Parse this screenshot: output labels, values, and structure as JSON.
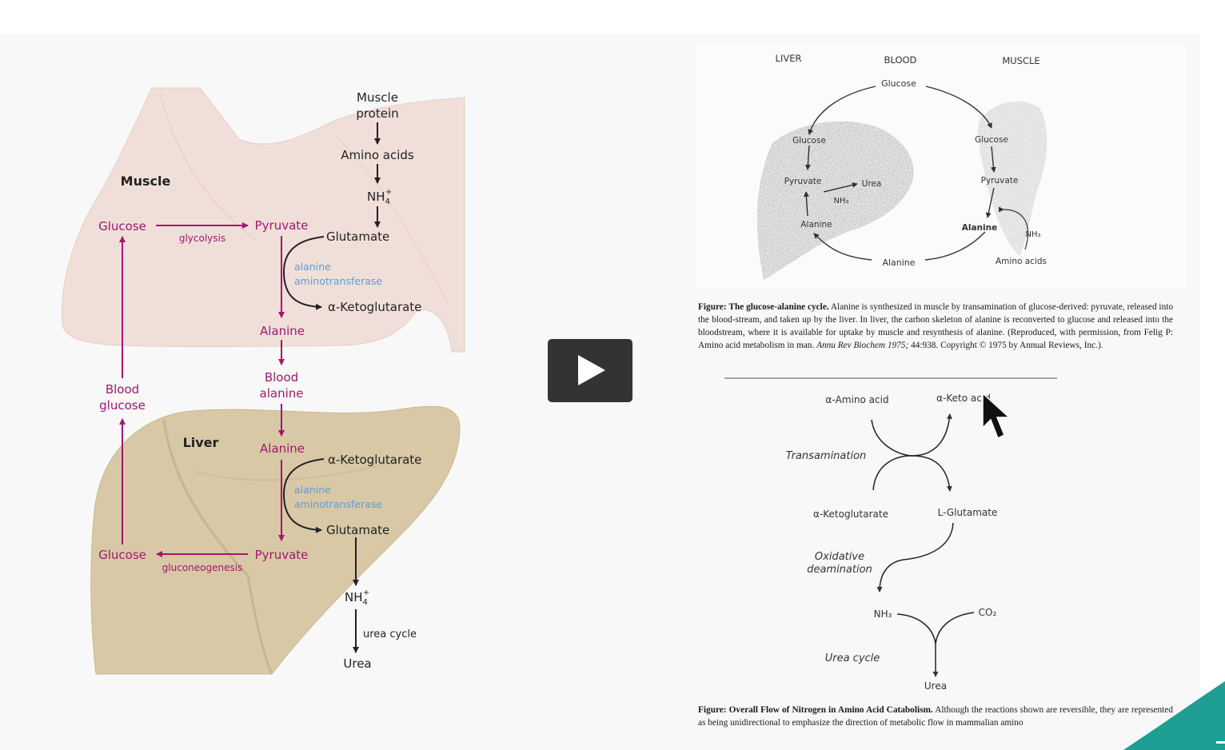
{
  "left_diagram": {
    "muscle_title": "Muscle",
    "liver_title": "Liver",
    "muscle_protein_1": "Muscle",
    "muscle_protein_2": "protein",
    "amino_acids": "Amino acids",
    "nh4_top": "NH",
    "nh4_sub": "4",
    "nh4_sup": "+",
    "glucose_top": "Glucose",
    "glycolysis": "glycolysis",
    "pyruvate_top": "Pyruvate",
    "glutamate_top": "Glutamate",
    "enzyme_top_1": "alanine",
    "enzyme_top_2": "aminotransferase",
    "akg_top": "α-Ketoglutarate",
    "alanine_top": "Alanine",
    "blood_alanine_1": "Blood",
    "blood_alanine_2": "alanine",
    "blood_glucose_1": "Blood",
    "blood_glucose_2": "glucose",
    "alanine_liver": "Alanine",
    "akg_liver": "α-Ketoglutarate",
    "enzyme_liver_1": "alanine",
    "enzyme_liver_2": "aminotransferase",
    "glutamate_liver": "Glutamate",
    "glucose_liver": "Glucose",
    "gluconeogenesis": "gluconeogenesis",
    "pyruvate_liver": "Pyruvate",
    "nh4_bottom": "NH",
    "urea_cycle": "urea cycle",
    "urea": "Urea",
    "colors": {
      "magenta": "#a3176e",
      "enzyme_blue": "#5b9fd3",
      "muscle_skin": "#f1e1dc",
      "liver_tan": "#d8c8a6"
    }
  },
  "right_top": {
    "liver": "LIVER",
    "blood": "BLOOD",
    "muscle": "MUSCLE",
    "glucose_blood": "Glucose",
    "glucose_liver": "Glucose",
    "pyruvate_liver": "Pyruvate",
    "urea": "Urea",
    "nh3_liver": "NH₃",
    "alanine_liver": "Alanine",
    "glucose_muscle": "Glucose",
    "pyruvate_muscle": "Pyruvate",
    "alanine_muscle": "Alanine",
    "nh3_muscle": "NH₃",
    "amino_acids": "Amino acids",
    "alanine_blood": "Alanine"
  },
  "caption_1": {
    "label": "Figure:",
    "title": "The glucose-alanine cycle.",
    "text": "Alanine is synthesized in muscle by transamination of glucose-derived: pyruvate, released into the blood-stream, and taken up by the liver. In liver, the carbon skeleton of alanine is reconverted to glucose and released into the bloodstream, where it is available for uptake by muscle and resynthesis of alanine. (Reproduced, with permission, from Felig P: Amino acid metabolism in man.",
    "journal": "Annu Rev Biochem 1975;",
    "tail": "44:938. Copyright © 1975 by Annual Reviews, Inc.)."
  },
  "right_bottom": {
    "amino_acid": "α-Amino acid",
    "keto_acid": "α-Keto acid",
    "transamination": "Transamination",
    "akg": "α-Ketoglutarate",
    "glutamate": "L-Glutamate",
    "oxidative_1": "Oxidative",
    "oxidative_2": "deamination",
    "nh3": "NH₃",
    "co2": "CO₂",
    "urea_cycle": "Urea cycle",
    "urea": "Urea"
  },
  "caption_2": {
    "label": "Figure:",
    "title": "Overall Flow of Nitrogen in Amino Acid Catabolism.",
    "text": "Although the reactions shown are reversible, they are represented as being unidirectional to emphasize the direction of metabolic flow in mammalian amino"
  },
  "player": {
    "play_button": "play"
  }
}
